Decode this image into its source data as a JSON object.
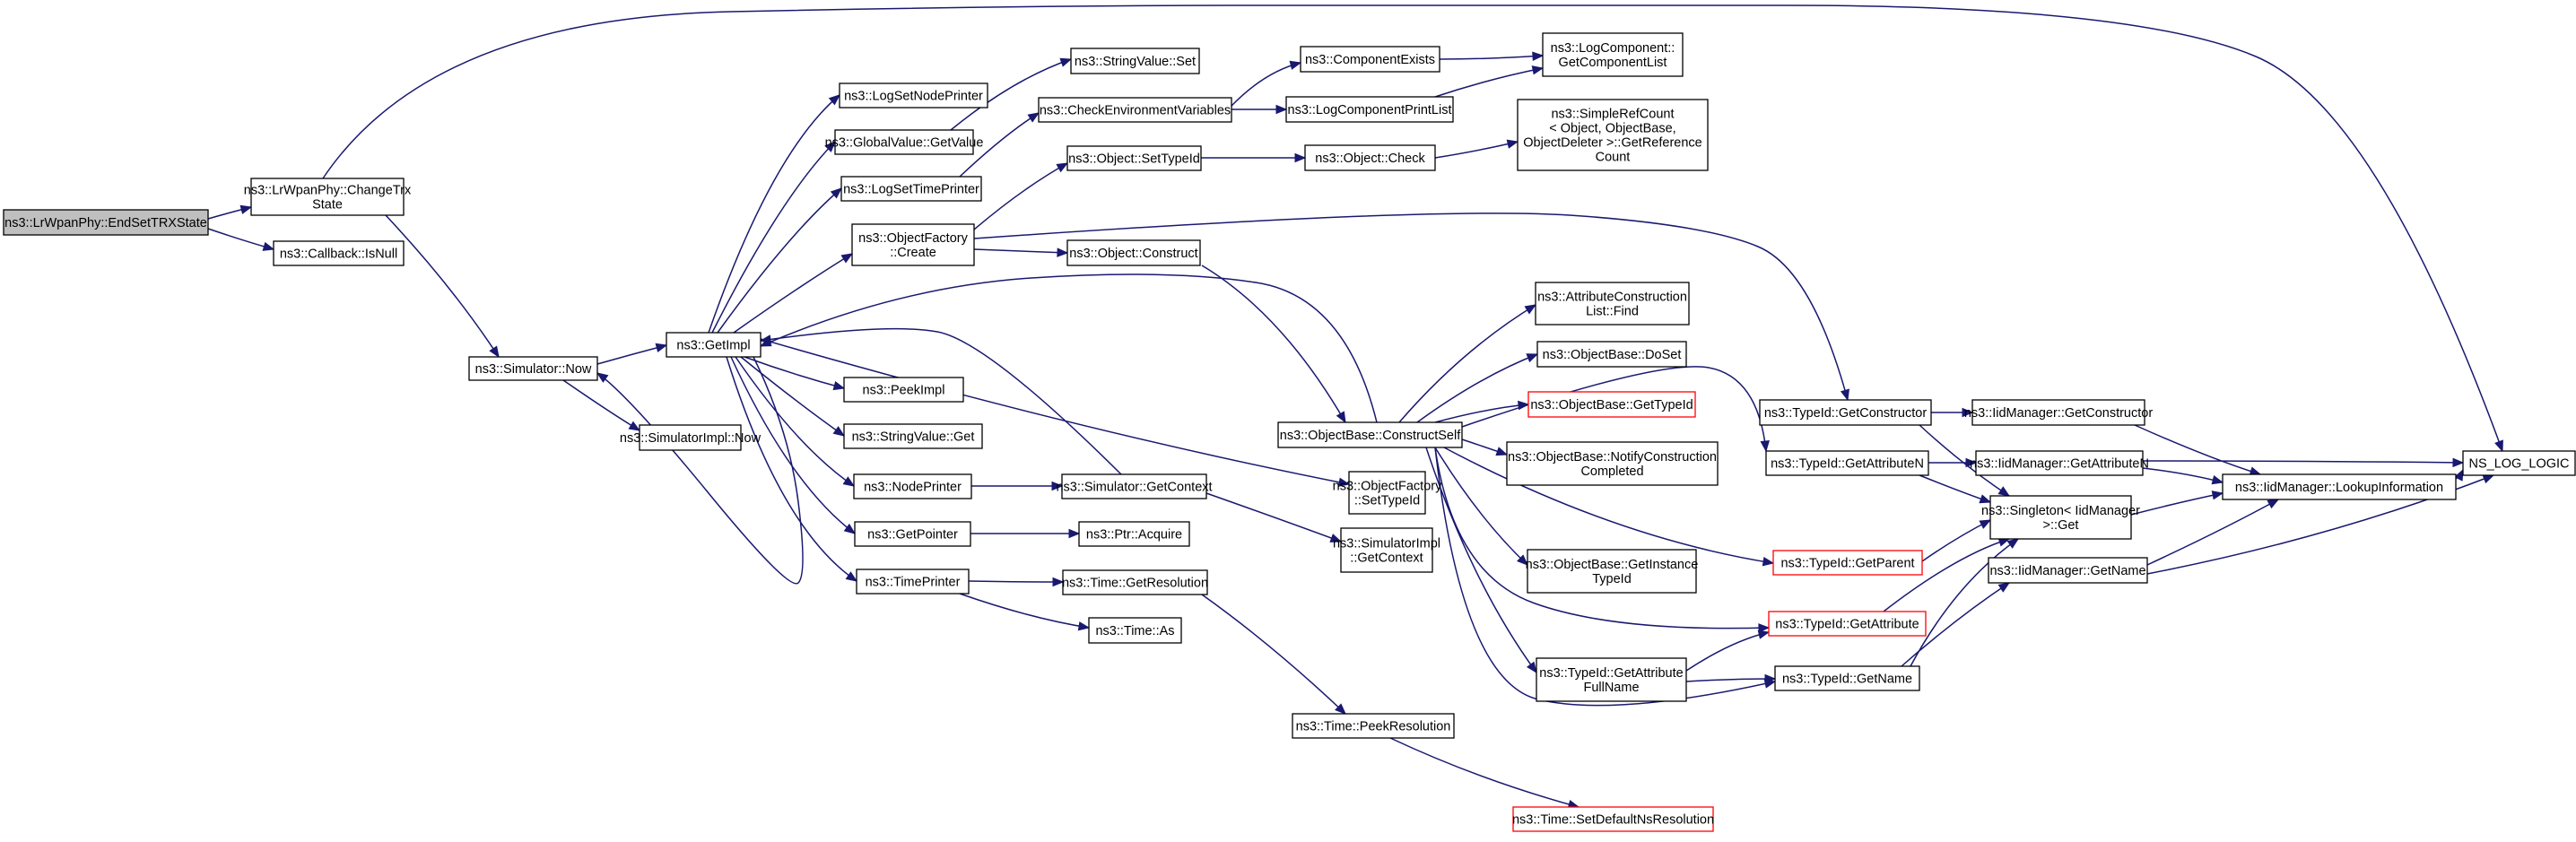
{
  "nodes": [
    {
      "id": "root",
      "lines": [
        "ns3::LrWpanPhy::EndSetTRXState"
      ],
      "root": true
    },
    {
      "id": "chtrx",
      "lines": [
        "ns3::LrWpanPhy::ChangeTrx",
        "State"
      ]
    },
    {
      "id": "cbnull",
      "lines": [
        "ns3::Callback::IsNull"
      ]
    },
    {
      "id": "simnow",
      "lines": [
        "ns3::Simulator::Now"
      ]
    },
    {
      "id": "simimplnow",
      "lines": [
        "ns3::SimulatorImpl::Now"
      ]
    },
    {
      "id": "getimpl",
      "lines": [
        "ns3::GetImpl"
      ]
    },
    {
      "id": "logsetnode",
      "lines": [
        "ns3::LogSetNodePrinter"
      ]
    },
    {
      "id": "gvget",
      "lines": [
        "ns3::GlobalValue::GetValue"
      ]
    },
    {
      "id": "logsettime",
      "lines": [
        "ns3::LogSetTimePrinter"
      ]
    },
    {
      "id": "ofcreate",
      "lines": [
        "ns3::ObjectFactory",
        "::Create"
      ]
    },
    {
      "id": "peekimpl",
      "lines": [
        "ns3::PeekImpl"
      ]
    },
    {
      "id": "svget",
      "lines": [
        "ns3::StringValue::Get"
      ]
    },
    {
      "id": "nodeprinter",
      "lines": [
        "ns3::NodePrinter"
      ]
    },
    {
      "id": "getpointer",
      "lines": [
        "ns3::GetPointer"
      ]
    },
    {
      "id": "timeprinter",
      "lines": [
        "ns3::TimePrinter"
      ]
    },
    {
      "id": "svset",
      "lines": [
        "ns3::StringValue::Set"
      ]
    },
    {
      "id": "checkenv",
      "lines": [
        "ns3::CheckEnvironmentVariables"
      ]
    },
    {
      "id": "objsettid",
      "lines": [
        "ns3::Object::SetTypeId"
      ]
    },
    {
      "id": "objconstruct",
      "lines": [
        "ns3::Object::Construct"
      ]
    },
    {
      "id": "simgetctx",
      "lines": [
        "ns3::Simulator::GetContext"
      ]
    },
    {
      "id": "ptracquire",
      "lines": [
        "ns3::Ptr::Acquire"
      ]
    },
    {
      "id": "timegetres",
      "lines": [
        "ns3::Time::GetResolution"
      ]
    },
    {
      "id": "timeas",
      "lines": [
        "ns3::Time::As"
      ]
    },
    {
      "id": "compexists",
      "lines": [
        "ns3::ComponentExists"
      ]
    },
    {
      "id": "logcompprint",
      "lines": [
        "ns3::LogComponentPrintList"
      ]
    },
    {
      "id": "objcheck",
      "lines": [
        "ns3::Object::Check"
      ]
    },
    {
      "id": "obconstructself",
      "lines": [
        "ns3::ObjectBase::ConstructSelf"
      ]
    },
    {
      "id": "ofsettid",
      "lines": [
        "ns3::ObjectFactory",
        "::SetTypeId"
      ]
    },
    {
      "id": "simimplgetctx",
      "lines": [
        "ns3::SimulatorImpl",
        "::GetContext"
      ]
    },
    {
      "id": "timepeekres",
      "lines": [
        "ns3::Time::PeekResolution"
      ]
    },
    {
      "id": "logcompgetlist",
      "lines": [
        "ns3::LogComponent::",
        "GetComponentList"
      ]
    },
    {
      "id": "simplerefcount",
      "lines": [
        "ns3::SimpleRefCount",
        "< Object, ObjectBase,",
        "ObjectDeleter >::GetReference",
        "Count"
      ]
    },
    {
      "id": "attrconstrfind",
      "lines": [
        "ns3::AttributeConstruction",
        "List::Find"
      ]
    },
    {
      "id": "obdoset",
      "lines": [
        "ns3::ObjectBase::DoSet"
      ]
    },
    {
      "id": "obgettid",
      "lines": [
        "ns3::ObjectBase::GetTypeId"
      ],
      "truncated": true
    },
    {
      "id": "obnotify",
      "lines": [
        "ns3::ObjectBase::NotifyConstruction",
        "Completed"
      ]
    },
    {
      "id": "obgetinst",
      "lines": [
        "ns3::ObjectBase::GetInstance",
        "TypeId"
      ]
    },
    {
      "id": "tidgetattrfull",
      "lines": [
        "ns3::TypeId::GetAttribute",
        "FullName"
      ]
    },
    {
      "id": "timesetdef",
      "lines": [
        "ns3::Time::SetDefaultNsResolution"
      ],
      "truncated": true
    },
    {
      "id": "tidgetctor",
      "lines": [
        "ns3::TypeId::GetConstructor"
      ]
    },
    {
      "id": "tidgetattrn",
      "lines": [
        "ns3::TypeId::GetAttributeN"
      ]
    },
    {
      "id": "tidgetparent",
      "lines": [
        "ns3::TypeId::GetParent"
      ],
      "truncated": true
    },
    {
      "id": "tidgetattr",
      "lines": [
        "ns3::TypeId::GetAttribute"
      ],
      "truncated": true
    },
    {
      "id": "tidgetname",
      "lines": [
        "ns3::TypeId::GetName"
      ]
    },
    {
      "id": "iidgetctor",
      "lines": [
        "ns3::IidManager::GetConstructor"
      ]
    },
    {
      "id": "iidgetattrn",
      "lines": [
        "ns3::IidManager::GetAttributeN"
      ]
    },
    {
      "id": "singleton",
      "lines": [
        "ns3::Singleton< IidManager",
        ">::Get"
      ]
    },
    {
      "id": "iidgetname",
      "lines": [
        "ns3::IidManager::GetName"
      ]
    },
    {
      "id": "iidlookup",
      "lines": [
        "ns3::IidManager::LookupInformation"
      ]
    },
    {
      "id": "nslog",
      "lines": [
        "NS_LOG_LOGIC"
      ]
    }
  ],
  "edges": [
    [
      "root",
      "chtrx"
    ],
    [
      "root",
      "cbnull"
    ],
    [
      "chtrx",
      "simnow"
    ],
    [
      "chtrx",
      "nslog"
    ],
    [
      "simnow",
      "getimpl"
    ],
    [
      "simnow",
      "simimplnow"
    ],
    [
      "getimpl",
      "logsetnode"
    ],
    [
      "getimpl",
      "gvget"
    ],
    [
      "getimpl",
      "logsettime"
    ],
    [
      "getimpl",
      "ofcreate"
    ],
    [
      "getimpl",
      "peekimpl"
    ],
    [
      "getimpl",
      "svget"
    ],
    [
      "getimpl",
      "nodeprinter"
    ],
    [
      "getimpl",
      "getpointer"
    ],
    [
      "getimpl",
      "timeprinter"
    ],
    [
      "getimpl",
      "ofsettid"
    ],
    [
      "getimpl",
      "simnow"
    ],
    [
      "gvget",
      "svset"
    ],
    [
      "logsettime",
      "checkenv"
    ],
    [
      "ofcreate",
      "objsettid"
    ],
    [
      "ofcreate",
      "objconstruct"
    ],
    [
      "ofcreate",
      "tidgetctor"
    ],
    [
      "nodeprinter",
      "simgetctx"
    ],
    [
      "simgetctx",
      "getimpl"
    ],
    [
      "simgetctx",
      "simimplgetctx"
    ],
    [
      "getpointer",
      "ptracquire"
    ],
    [
      "timeprinter",
      "timegetres"
    ],
    [
      "timeprinter",
      "timeas"
    ],
    [
      "timeprinter",
      "simnow"
    ],
    [
      "checkenv",
      "compexists"
    ],
    [
      "checkenv",
      "logcompprint"
    ],
    [
      "compexists",
      "logcompgetlist"
    ],
    [
      "logcompprint",
      "logcompgetlist"
    ],
    [
      "objsettid",
      "objcheck"
    ],
    [
      "objcheck",
      "simplerefcount"
    ],
    [
      "objconstruct",
      "obconstructself"
    ],
    [
      "obconstructself",
      "attrconstrfind"
    ],
    [
      "obconstructself",
      "obdoset"
    ],
    [
      "obconstructself",
      "obgettid"
    ],
    [
      "obconstructself",
      "obnotify"
    ],
    [
      "obconstructself",
      "obgetinst"
    ],
    [
      "obconstructself",
      "tidgetattrfull"
    ],
    [
      "obconstructself",
      "tidgetparent"
    ],
    [
      "obconstructself",
      "tidgetattrn"
    ],
    [
      "obconstructself",
      "tidgetattr"
    ],
    [
      "obconstructself",
      "tidgetname"
    ],
    [
      "obconstructself",
      "getimpl"
    ],
    [
      "timegetres",
      "timepeekres"
    ],
    [
      "timepeekres",
      "timesetdef"
    ],
    [
      "tidgetattrfull",
      "tidgetattr"
    ],
    [
      "tidgetattrfull",
      "tidgetname"
    ],
    [
      "tidgetctor",
      "iidgetctor"
    ],
    [
      "tidgetctor",
      "singleton"
    ],
    [
      "tidgetattrn",
      "iidgetattrn"
    ],
    [
      "tidgetattrn",
      "singleton"
    ],
    [
      "tidgetparent",
      "singleton"
    ],
    [
      "tidgetattr",
      "singleton"
    ],
    [
      "tidgetname",
      "iidgetname"
    ],
    [
      "tidgetname",
      "singleton"
    ],
    [
      "iidgetctor",
      "iidlookup"
    ],
    [
      "iidgetattrn",
      "iidlookup"
    ],
    [
      "iidgetattrn",
      "nslog"
    ],
    [
      "iidgetname",
      "iidlookup"
    ],
    [
      "iidgetname",
      "nslog"
    ],
    [
      "singleton",
      "iidlookup"
    ],
    [
      "iidlookup",
      "nslog"
    ]
  ]
}
